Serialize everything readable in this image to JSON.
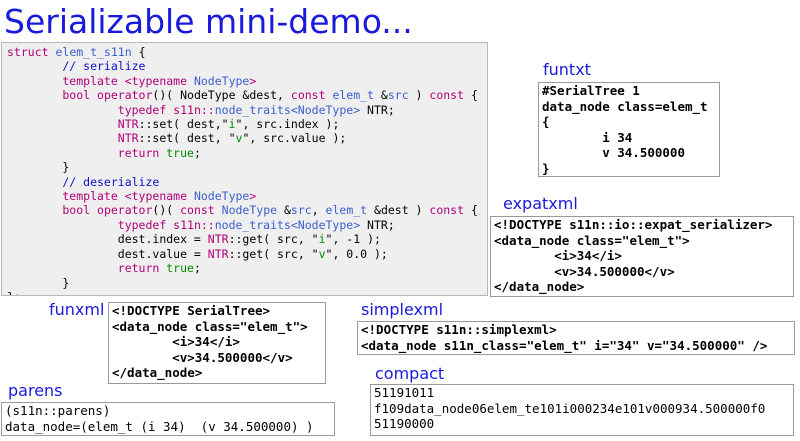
{
  "title": "Serializable mini-demo...",
  "code": {
    "lines": [
      [
        {
          "t": "struct ",
          "c": "kw"
        },
        {
          "t": "elem_t_s11n",
          "c": "ty"
        },
        {
          "t": " {",
          "c": ""
        }
      ],
      [
        {
          "t": "        // serialize",
          "c": "cm"
        }
      ],
      [
        {
          "t": "        template <",
          "c": "kw"
        },
        {
          "t": "typename",
          "c": "kw"
        },
        {
          "t": " ",
          "c": ""
        },
        {
          "t": "NodeType",
          "c": "ty"
        },
        {
          "t": ">",
          "c": "kw"
        }
      ],
      [
        {
          "t": "        bool ",
          "c": "kw"
        },
        {
          "t": "operator",
          "c": "kw"
        },
        {
          "t": "()( NodeType &dest, ",
          "c": ""
        },
        {
          "t": "const ",
          "c": "kw"
        },
        {
          "t": "elem_t",
          "c": "ty"
        },
        {
          "t": " &",
          "c": ""
        },
        {
          "t": "src",
          "c": "ty"
        },
        {
          "t": " ) ",
          "c": ""
        },
        {
          "t": "const",
          "c": "kw"
        },
        {
          "t": " {",
          "c": ""
        }
      ],
      [
        {
          "t": "                typedef ",
          "c": "kw"
        },
        {
          "t": "s11n::",
          "c": "kw"
        },
        {
          "t": "node_traits<NodeType>",
          "c": "ty"
        },
        {
          "t": " NTR;",
          "c": ""
        }
      ],
      [
        {
          "t": "                ",
          "c": ""
        },
        {
          "t": "NTR",
          "c": "kw"
        },
        {
          "t": "::set( dest,\"",
          "c": ""
        },
        {
          "t": "i",
          "c": "st"
        },
        {
          "t": "\", src.index );",
          "c": ""
        }
      ],
      [
        {
          "t": "                ",
          "c": ""
        },
        {
          "t": "NTR",
          "c": "kw"
        },
        {
          "t": "::set( dest, \"",
          "c": ""
        },
        {
          "t": "v",
          "c": "st"
        },
        {
          "t": "\", src.value );",
          "c": ""
        }
      ],
      [
        {
          "t": "                return ",
          "c": "kw"
        },
        {
          "t": "true",
          "c": "st"
        },
        {
          "t": ";",
          "c": ""
        }
      ],
      [
        {
          "t": "        }",
          "c": ""
        }
      ],
      [
        {
          "t": "        // deserialize",
          "c": "cm"
        }
      ],
      [
        {
          "t": "        template <",
          "c": "kw"
        },
        {
          "t": "typename",
          "c": "kw"
        },
        {
          "t": " ",
          "c": ""
        },
        {
          "t": "NodeType",
          "c": "ty"
        },
        {
          "t": ">",
          "c": "kw"
        }
      ],
      [
        {
          "t": "        bool ",
          "c": "kw"
        },
        {
          "t": "operator",
          "c": "kw"
        },
        {
          "t": "()( ",
          "c": ""
        },
        {
          "t": "const ",
          "c": "kw"
        },
        {
          "t": "NodeType",
          "c": "ty"
        },
        {
          "t": " &",
          "c": ""
        },
        {
          "t": "src",
          "c": "ty"
        },
        {
          "t": ", ",
          "c": ""
        },
        {
          "t": "elem_t",
          "c": "ty"
        },
        {
          "t": " &dest ) ",
          "c": ""
        },
        {
          "t": "const",
          "c": "kw"
        },
        {
          "t": " {",
          "c": ""
        }
      ],
      [
        {
          "t": "                typedef ",
          "c": "kw"
        },
        {
          "t": "s11n::",
          "c": "kw"
        },
        {
          "t": "node_traits<NodeType>",
          "c": "ty"
        },
        {
          "t": " NTR;",
          "c": ""
        }
      ],
      [
        {
          "t": "                dest.index = ",
          "c": ""
        },
        {
          "t": "NTR",
          "c": "kw"
        },
        {
          "t": "::get( src, \"",
          "c": ""
        },
        {
          "t": "i",
          "c": "st"
        },
        {
          "t": "\", -1 );",
          "c": ""
        }
      ],
      [
        {
          "t": "                dest.value = ",
          "c": ""
        },
        {
          "t": "NTR",
          "c": "kw"
        },
        {
          "t": "::get( src, \"",
          "c": ""
        },
        {
          "t": "v",
          "c": "st"
        },
        {
          "t": "\", 0.0 );",
          "c": ""
        }
      ],
      [
        {
          "t": "                return ",
          "c": "kw"
        },
        {
          "t": "true",
          "c": "st"
        },
        {
          "t": ";",
          "c": ""
        }
      ],
      [
        {
          "t": "        }",
          "c": ""
        }
      ],
      [
        {
          "t": "};",
          "c": ""
        }
      ]
    ]
  },
  "outputs": {
    "funtxt": {
      "label": "funtxt",
      "lines": [
        "#SerialTree 1",
        "data_node class=elem_t",
        "{",
        "        i 34",
        "        v 34.500000",
        "}"
      ]
    },
    "expatxml": {
      "label": "expatxml",
      "lines": [
        "<!DOCTYPE s11n::io::expat_serializer>",
        "<data_node class=\"elem_t\">",
        "        <i>34</i>",
        "        <v>34.500000</v>",
        "</data_node>"
      ]
    },
    "funxml": {
      "label": "funxml",
      "lines": [
        "<!DOCTYPE SerialTree>",
        "<data_node class=\"elem_t\">",
        "        <i>34</i>",
        "        <v>34.500000</v>",
        "</data_node>"
      ]
    },
    "simplexml": {
      "label": "simplexml",
      "lines": [
        "<!DOCTYPE s11n::simplexml>",
        "<data_node s11n_class=\"elem_t\" i=\"34\" v=\"34.500000\" />"
      ]
    },
    "parens": {
      "label": "parens",
      "lines": [
        "(s11n::parens)",
        "data_node=(elem_t (i 34)  (v 34.500000) )"
      ]
    },
    "compact": {
      "label": "compact",
      "lines": [
        "51191011",
        "f109data_node06elem_te101i000234e101v000934.500000f0",
        "51190000"
      ]
    }
  }
}
